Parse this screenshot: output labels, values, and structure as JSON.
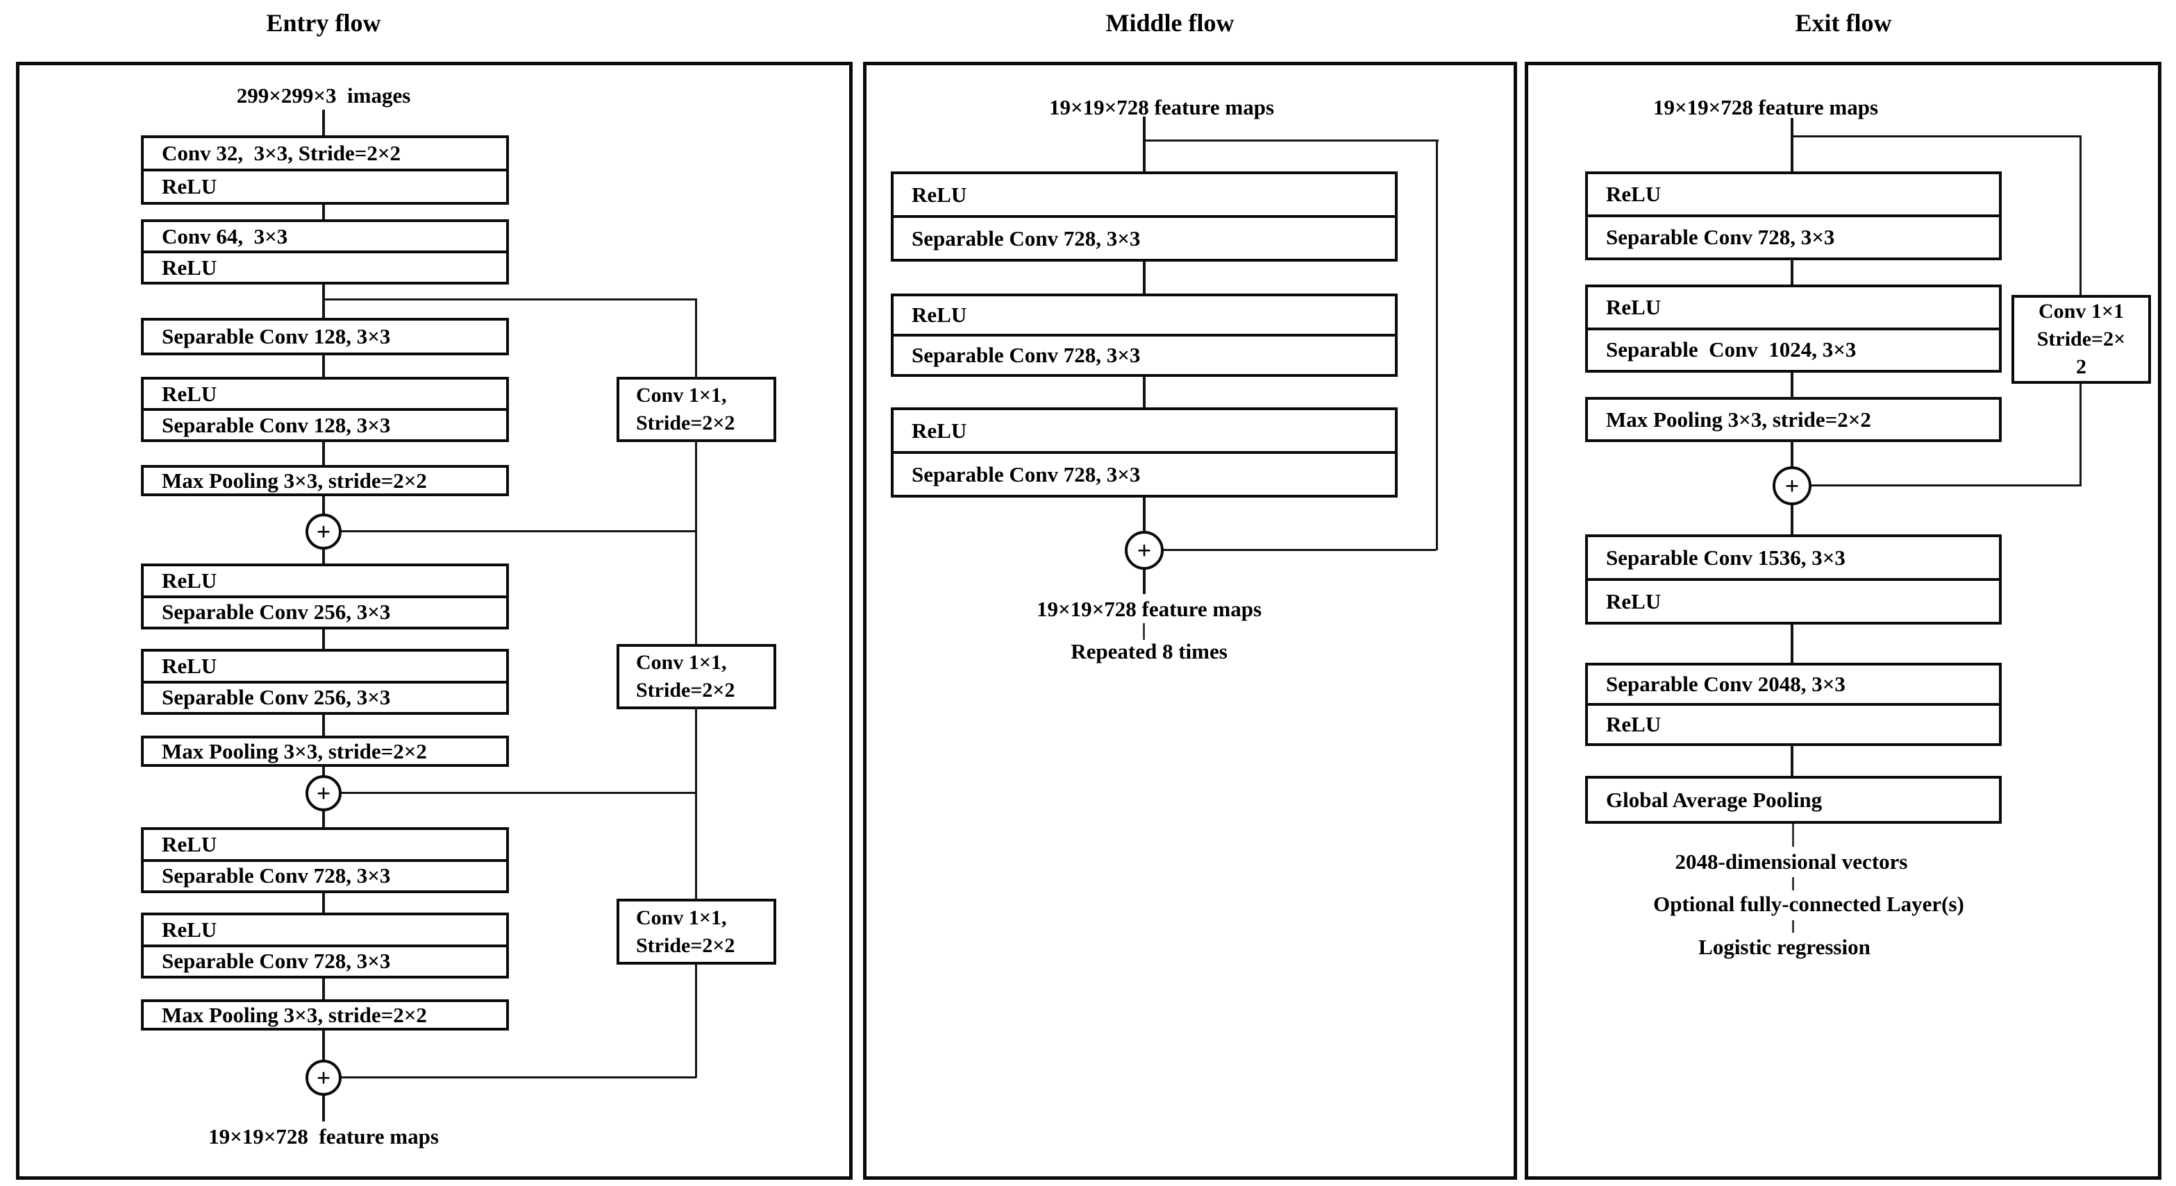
{
  "glyphs": {
    "merge_plus": "+"
  },
  "entry": {
    "title": "Entry flow",
    "input_label": "299×299×3  images",
    "output_label": "19×19×728  feature maps",
    "blocks": [
      {
        "rows": [
          "Conv 32,  3×3, Stride=2×2",
          "ReLU"
        ]
      },
      {
        "rows": [
          "Conv 64,  3×3",
          "ReLU"
        ]
      },
      {
        "rows": [
          "Separable Conv 128, 3×3"
        ]
      },
      {
        "rows": [
          "ReLU",
          "Separable Conv 128, 3×3"
        ]
      },
      {
        "rows": [
          "Max Pooling 3×3, stride=2×2"
        ]
      },
      {
        "rows": [
          "ReLU",
          "Separable Conv 256, 3×3"
        ]
      },
      {
        "rows": [
          "ReLU",
          "Separable Conv 256, 3×3"
        ]
      },
      {
        "rows": [
          "Max Pooling 3×3, stride=2×2"
        ]
      },
      {
        "rows": [
          "ReLU",
          "Separable Conv 728, 3×3"
        ]
      },
      {
        "rows": [
          "ReLU",
          "Separable Conv 728, 3×3"
        ]
      },
      {
        "rows": [
          "Max Pooling 3×3, stride=2×2"
        ]
      }
    ],
    "shortcut_boxes": [
      {
        "lines": [
          "Conv 1×1,",
          "Stride=2×2"
        ]
      },
      {
        "lines": [
          "Conv 1×1,",
          "Stride=2×2"
        ]
      },
      {
        "lines": [
          "Conv 1×1,",
          "Stride=2×2"
        ]
      }
    ]
  },
  "middle": {
    "title": "Middle flow",
    "input_label": "19×19×728 feature maps",
    "blocks": [
      {
        "rows": [
          "ReLU",
          "Separable Conv 728, 3×3"
        ]
      },
      {
        "rows": [
          "ReLU",
          "Separable Conv 728, 3×3"
        ]
      },
      {
        "rows": [
          "ReLU",
          "Separable Conv 728, 3×3"
        ]
      }
    ],
    "output_label": "19×19×728 feature maps",
    "repeat_label": "Repeated 8 times"
  },
  "exit": {
    "title": "Exit flow",
    "input_label": "19×19×728 feature maps",
    "blocks": [
      {
        "rows": [
          "ReLU",
          "Separable Conv 728, 3×3"
        ]
      },
      {
        "rows": [
          "ReLU",
          "Separable  Conv  1024, 3×3"
        ]
      },
      {
        "rows": [
          "Max Pooling 3×3, stride=2×2"
        ]
      },
      {
        "rows": [
          "Separable Conv 1536, 3×3",
          "ReLU"
        ]
      },
      {
        "rows": [
          "Separable Conv 2048, 3×3",
          "ReLU"
        ]
      },
      {
        "rows": [
          "Global Average Pooling"
        ]
      }
    ],
    "shortcut_box": {
      "lines": [
        "Conv 1×1",
        "Stride=2×",
        "2"
      ]
    },
    "output_labels": [
      "2048-dimensional vectors",
      "Optional fully-connected Layer(s)",
      "Logistic regression"
    ]
  }
}
